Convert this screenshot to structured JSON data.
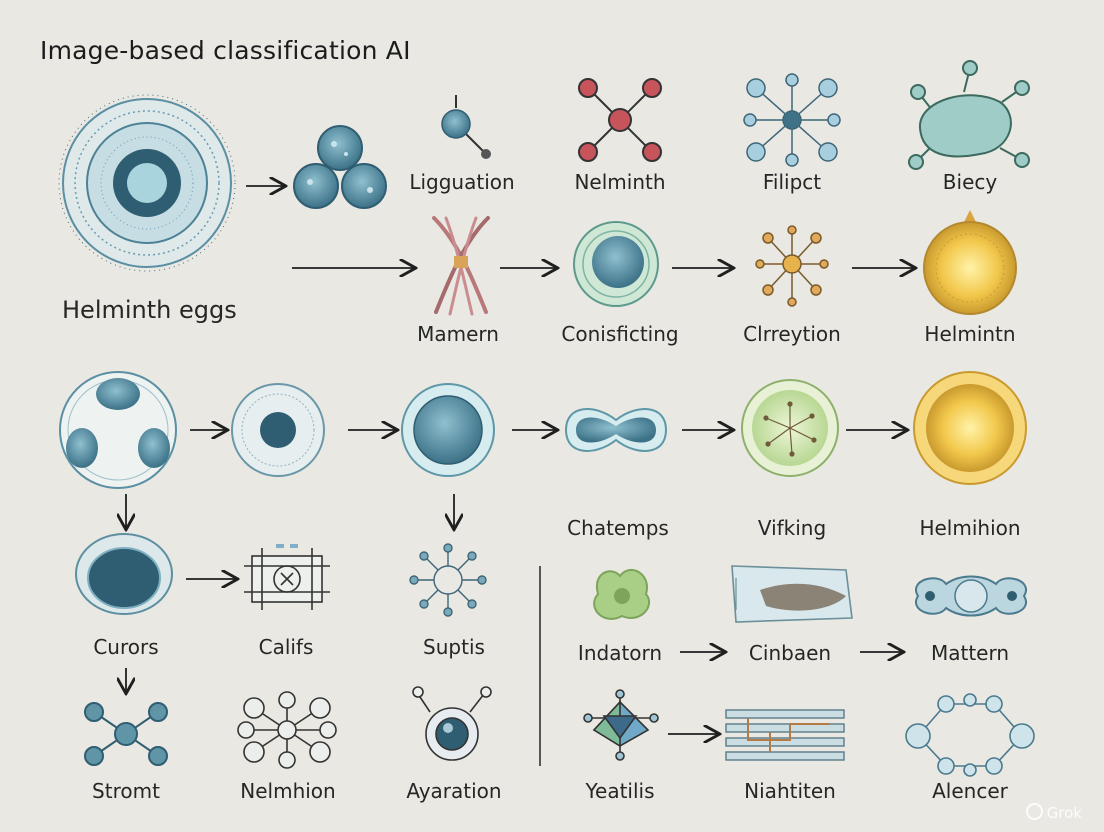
{
  "title": "Image-based classification AI",
  "labels": {
    "helminth_eggs": "Helminth eggs",
    "ligguation": "Ligguation",
    "nelminth": "Nelminth",
    "filipct": "Filipct",
    "biecy": "Biecy",
    "mamern": "Mamern",
    "conisficting": "Conisficting",
    "clrreytion": "Clrreytion",
    "helmintn": "Helmintn",
    "chatemps": "Chatemps",
    "vifking": "Vifking",
    "helmihion": "Helmihion",
    "curors": "Curors",
    "califs": "Califs",
    "suptis": "Suptis",
    "indatorn": "Indatorn",
    "cinbaen": "Cinbaen",
    "mattern": "Mattern",
    "stromt": "Stromt",
    "nelmhion": "Nelmhion",
    "ayaration": "Ayaration",
    "yeatilis": "Yeatilis",
    "niahtiten": "Niahtiten",
    "alencer": "Alencer"
  },
  "watermark": "Grok",
  "colors": {
    "background": "#e9e8e3",
    "teal_cell": "#5f95a6",
    "teal_dark": "#2f5d72",
    "green_cell": "#a9cf86",
    "yellow_cell": "#e7b94a",
    "red_node": "#c7545a",
    "arrow": "#1f1f1f"
  }
}
